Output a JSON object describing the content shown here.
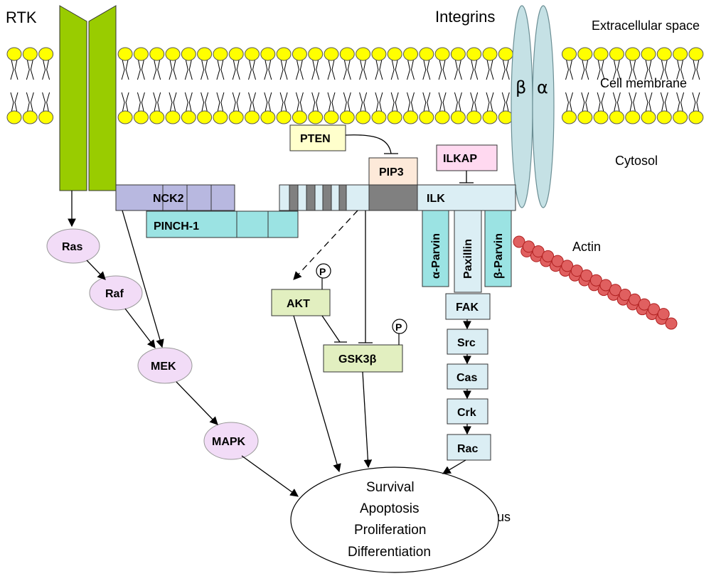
{
  "labels": {
    "rtk": "RTK",
    "integrins": "Integrins",
    "extracellular": "Extracellular space",
    "membrane": "Cell membrane",
    "cytosol": "Cytosol",
    "actin": "Actin",
    "nucleus": "Nucleus",
    "beta": "β",
    "alpha": "α"
  },
  "nodes": {
    "ras": "Ras",
    "raf": "Raf",
    "mek": "MEK",
    "mapk": "MAPK",
    "nck2": "NCK2",
    "pinch1": "PINCH-1",
    "pten": "PTEN",
    "pip3": "PIP3",
    "ilkap": "ILKAP",
    "ilk": "ILK",
    "akt": "AKT",
    "gsk3b": "GSK3β",
    "p": "P",
    "alpha_parvin": "α-Parvin",
    "paxillin": "Paxillin",
    "beta_parvin": "β-Parvin",
    "fak": "FAK",
    "src": "Src",
    "cas": "Cas",
    "crk": "Crk",
    "rac": "Rac"
  },
  "outcomes": [
    "Survival",
    "Apoptosis",
    "Proliferation",
    "Differentiation"
  ],
  "colors": {
    "rtk": "#99cc00",
    "lipid_head": "#ffff00",
    "integrin": "#c5e1e5",
    "nck2": "#b8b8e0",
    "pinch": "#9be3e3",
    "pten": "#ffffcc",
    "pip3": "#fde9d9",
    "ilkap": "#ffd9f0",
    "ilk": "#dbeef4",
    "ilk_dark": "#808080",
    "akt": "#e2efc0",
    "oval": "#f2dcf7",
    "adapter": "#dbeef4",
    "parvin": "#9be3e3",
    "actin": "#e06060"
  }
}
